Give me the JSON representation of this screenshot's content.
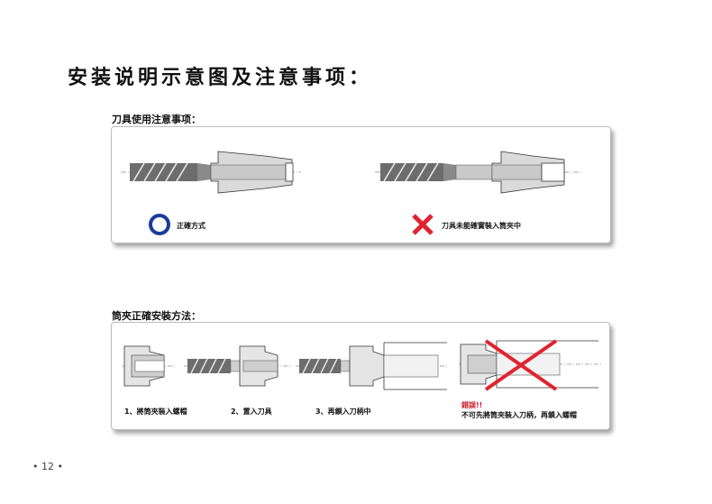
{
  "page": {
    "title": "安装说明示意图及注意事项：",
    "page_number": "• 12 •"
  },
  "tool_section": {
    "heading": "刀具使用注意事项：",
    "correct_label": "正確方式",
    "wrong_label": "刀具未能確實裝入筒夾中",
    "correct_color": "#1a3d9a",
    "wrong_color": "#e0242f"
  },
  "collet_section": {
    "heading": "筒夾正確安裝方法：",
    "steps": [
      {
        "label": "1、將筒夾裝入螺帽"
      },
      {
        "label": "2、置入刀具"
      },
      {
        "label": "3、再鎖入刀柄中"
      }
    ],
    "warning_title": "錯誤!!",
    "warning_text": "不可先將筒夾裝入刀柄，再鎖入螺帽"
  }
}
